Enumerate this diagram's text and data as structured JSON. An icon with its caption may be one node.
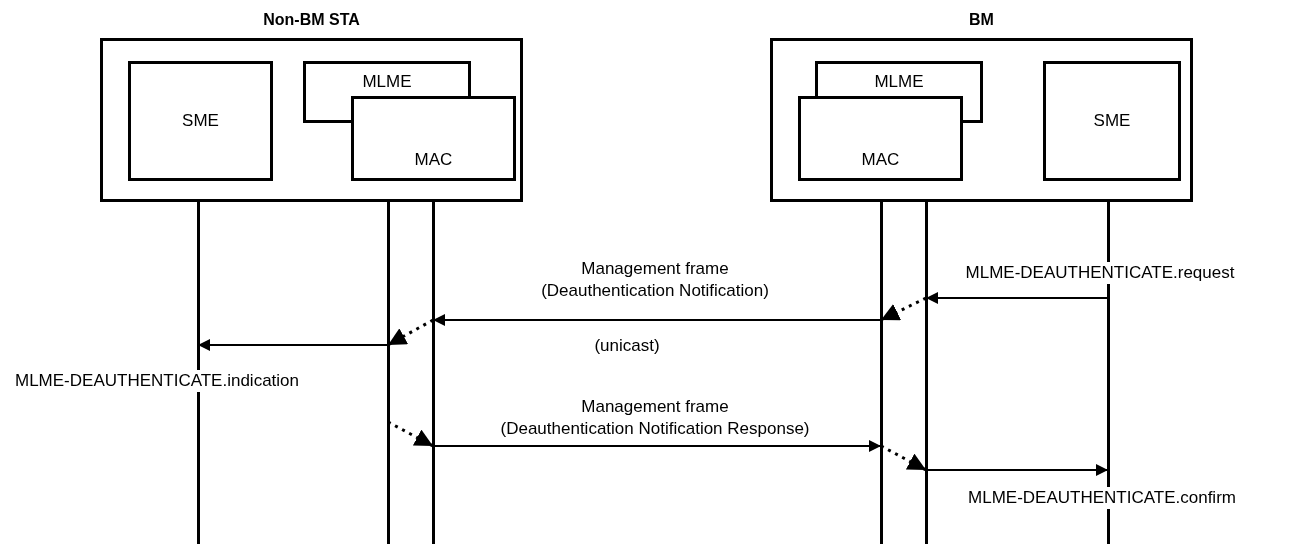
{
  "diagram": {
    "nodes": [
      {
        "text": [
          "Non-BM STA"
        ]
      },
      {
        "text": [
          "SME"
        ],
        "in": 0
      },
      {
        "text": [
          "MLME"
        ],
        "in": 0
      },
      {
        "text": [
          "MAC"
        ],
        "in": 0
      },
      {
        "text": [
          "BM"
        ]
      },
      {
        "text": [
          "MLME"
        ],
        "in": 4
      },
      {
        "text": [
          "MAC"
        ],
        "in": 4
      },
      {
        "text": [
          "SME"
        ],
        "in": 4
      },
      {
        "text": [],
        "shape": "line"
      },
      {
        "text": [],
        "shape": "line"
      },
      {
        "text": [],
        "shape": "line"
      },
      {
        "text": [],
        "shape": "line"
      },
      {
        "text": [],
        "shape": "line"
      },
      {
        "text": [],
        "shape": "line"
      }
    ],
    "edges": [
      {
        "from": 13,
        "to": 12,
        "arrow": "to",
        "label": "MLME-DEAUTHENTICATE.request"
      },
      {
        "from": 12,
        "to": 11,
        "arrow": "to",
        "style": "dashed"
      },
      {
        "from": 11,
        "to": 10,
        "arrow": "to",
        "label": "Management frame (Deauthentication Notification)"
      },
      {
        "from": 10,
        "to": 9,
        "arrow": "to",
        "style": "dashed"
      },
      {
        "from": 9,
        "to": 8,
        "arrow": "to",
        "label": "MLME-DEAUTHENTICATE.indication"
      },
      {
        "from": 9,
        "to": 10,
        "arrow": "to",
        "style": "dashed"
      },
      {
        "from": 10,
        "to": 11,
        "arrow": "to",
        "label": "Management frame (Deauthentication Notification Response)"
      },
      {
        "from": 11,
        "to": 12,
        "arrow": "to",
        "style": "dashed"
      },
      {
        "from": 12,
        "to": 13,
        "arrow": "to",
        "label": "MLME-DEAUTHENTICATE.confirm"
      }
    ],
    "labels": [
      "(unicast)"
    ]
  }
}
